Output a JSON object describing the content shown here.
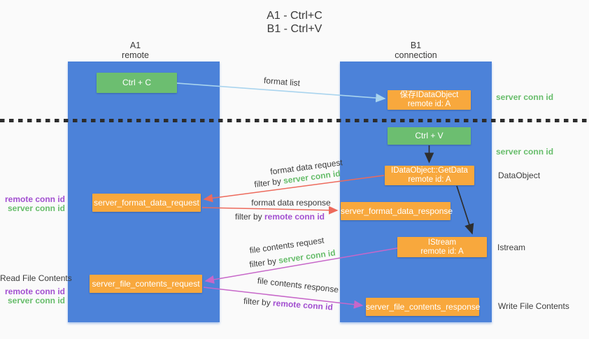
{
  "title": {
    "line1": "A1 - Ctrl+C",
    "line2": "B1 - Ctrl+V"
  },
  "lanes": {
    "left": {
      "name": "A1",
      "role": "remote"
    },
    "right": {
      "name": "B1",
      "role": "connection"
    }
  },
  "nodes": {
    "ctrl_c": {
      "label": "Ctrl + C"
    },
    "save_dataobject": {
      "line1": "保存IDataObject",
      "line2": "remote id: A"
    },
    "ctrl_v": {
      "label": "Ctrl + V"
    },
    "getdata": {
      "line1": "IDataObject::GetData",
      "line2": "remote id: A"
    },
    "format_request": {
      "label": "server_format_data_request"
    },
    "format_response": {
      "label": "server_format_data_response"
    },
    "istream": {
      "line1": "IStream",
      "line2": "remote id: A"
    },
    "file_request": {
      "label": "server_file_contents_request"
    },
    "file_response": {
      "label": "server_file_contents_response"
    }
  },
  "side_labels": {
    "server_conn_id_top": "server conn id",
    "server_conn_id_mid": "server conn id",
    "dataobject": "DataObject",
    "istream": "Istream",
    "write_file_contents": "Write File Contents",
    "read_file_contents": "Read File Contents",
    "remote_conn_id_left1": "remote conn id",
    "server_conn_id_left1": "server conn id",
    "remote_conn_id_left2": "remote conn id",
    "server_conn_id_left2": "server conn id"
  },
  "edge_labels": {
    "format_list": "format list",
    "format_data_request": "format data request",
    "filter_by_prefix": "filter by ",
    "filter1_value": "server conn id",
    "format_data_response": "format data response",
    "filter2_value": "remote conn id",
    "file_contents_request": "file contents request",
    "filter3_value": "server conn id",
    "file_contents_response": "file contents response",
    "filter4_value": "remote conn id"
  },
  "colors": {
    "lane_blue": "#4c82d9",
    "node_green": "#6cbe70",
    "node_orange": "#f8a83d",
    "arrow_light_blue": "#a9d4ee",
    "arrow_red": "#ed6a5c",
    "arrow_magenta": "#c767c9",
    "arrow_black": "#2e2e2e",
    "separator_dark": "#2d2d2d",
    "text_green": "#67bd6b",
    "text_purple": "#a24fd0"
  }
}
